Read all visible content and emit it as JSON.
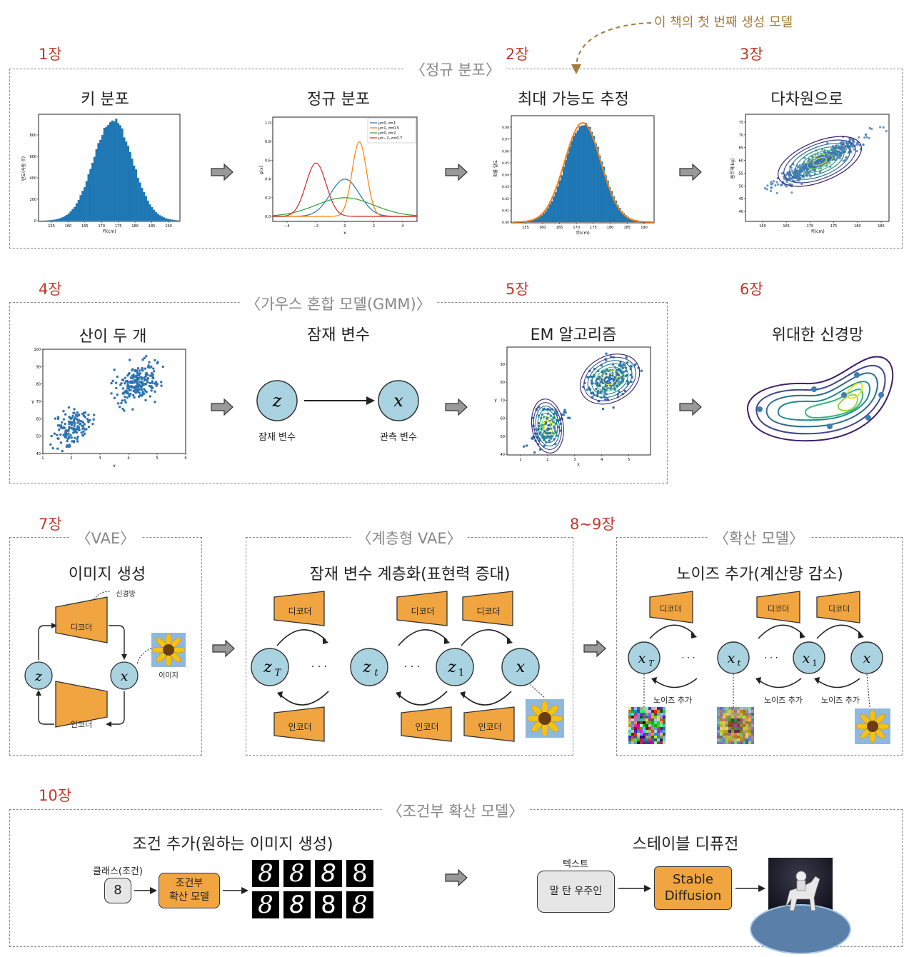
{
  "note": "이 책의 첫 번째 생성 모델",
  "chapters": {
    "c1": "1장",
    "c2": "2장",
    "c3": "3장",
    "c4": "4장",
    "c5": "5장",
    "c6": "6장",
    "c7": "7장",
    "c89": "8~9장",
    "c10": "10장"
  },
  "sections": {
    "normal": "〈정규 분포〉",
    "gmm": "〈가우스 혼합 모델(GMM)〉",
    "vae": "〈VAE〉",
    "hvae": "〈계층형 VAE〉",
    "diffusion": "〈확산 모델〉",
    "cond": "〈조건부 확산 모델〉"
  },
  "titles": {
    "height_dist": "키 분포",
    "normal_dist": "정규 분포",
    "mle": "최대 가능도 추정",
    "multi": "다차원으로",
    "two_mountains": "산이 두 개",
    "latent": "잠재 변수",
    "em": "EM 알고리즘",
    "neural": "위대한 신경망",
    "image_gen": "이미지 생성",
    "hier": "잠재 변수 계층화(표현력 증대)",
    "noise": "노이즈 추가(계산량 감소)",
    "cond_add": "조건 추가(원하는 이미지 생성)",
    "sd": "스테이블 디퓨전"
  },
  "axes": {
    "height_x": "키(cm)",
    "height_y": "빈도(사람 수)",
    "px": "p(x)",
    "x": "x",
    "y": "y",
    "density": "확률 밀도",
    "weight": "몸무게(kg)"
  },
  "ticks": {
    "h1x": [
      "155",
      "160",
      "165",
      "170",
      "175",
      "180",
      "185",
      "190"
    ],
    "h1y": [
      "0",
      "200",
      "400",
      "600",
      "800"
    ],
    "nx": [
      "−4",
      "−2",
      "0",
      "2",
      "4"
    ],
    "ny": [
      "0.0",
      "0.2",
      "0.4",
      "0.6",
      "0.8",
      "1.0"
    ],
    "mley": [
      "0.00",
      "0.01",
      "0.02",
      "0.03",
      "0.04",
      "0.05",
      "0.06",
      "0.07",
      "0.08"
    ],
    "mdx": [
      "160",
      "165",
      "170",
      "175",
      "180",
      "185"
    ],
    "mdy": [
      "40",
      "45",
      "50",
      "55",
      "60",
      "65",
      "70",
      "75"
    ],
    "gx": [
      "1",
      "2",
      "3",
      "4",
      "5",
      "6"
    ],
    "gy": [
      "40",
      "50",
      "60",
      "70",
      "80",
      "90",
      "100"
    ],
    "emx": [
      "1",
      "2",
      "3",
      "4",
      "5"
    ],
    "emy": [
      "40",
      "50",
      "60",
      "70",
      "80",
      "90"
    ]
  },
  "legend": [
    "μ=0, σ=1",
    "μ=1, σ=0.5",
    "μ=0, σ=2",
    "μ=−2, σ=0.7"
  ],
  "colors": {
    "blue": "#1f77b4",
    "orange": "#ff7f0e",
    "green": "#2ca02c",
    "red": "#d62728",
    "node": "#a9d3e0",
    "coder": "#f0a540",
    "chapter": "#c0392b",
    "note": "#a47b3a"
  },
  "nodes": {
    "z": "z",
    "x": "x",
    "zT": "z",
    "zt": "z",
    "z1": "z",
    "T": "T",
    "t": "t",
    "one": "1",
    "latent_var": "잠재 변수",
    "observed_var": "관측 변수",
    "dots": "· · ·"
  },
  "coders": {
    "decoder": "디코더",
    "encoder": "인코더",
    "nn": "신경망",
    "image": "이미지",
    "add_noise": "노이즈 추가"
  },
  "cond": {
    "class_label": "클래스(조건)",
    "class_value": "8",
    "cdm": "조건부\n확산 모델",
    "digits": [
      "8",
      "8",
      "8",
      "8",
      "8",
      "8",
      "8",
      "8"
    ]
  },
  "sd": {
    "text_label": "텍스트",
    "prompt": "말 탄 우주인",
    "model": "Stable\nDiffusion"
  }
}
